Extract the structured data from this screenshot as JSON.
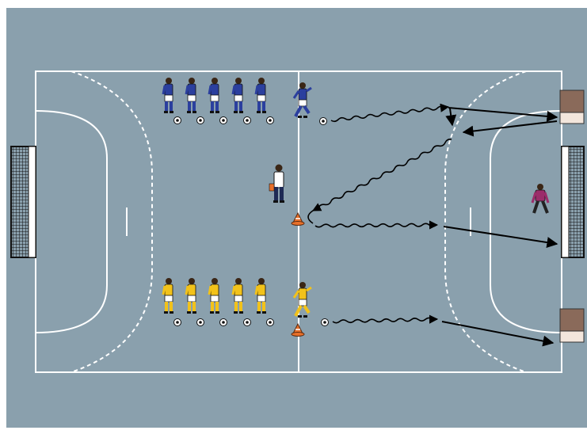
{
  "colors": {
    "background": "#ffffff",
    "court": "#8aa0ad",
    "lines": "#ffffff",
    "arrow": "#000000",
    "team_blue_shirt": "#2b3f9e",
    "team_yellow_shirt": "#f2c21a",
    "shorts": "#ffffff",
    "goalkeeper": "#9b2c6a",
    "coach_shirt": "#ffffff",
    "coach_pants": "#1e2a55",
    "cone": "#e8702a",
    "box_top": "#8a6a5a",
    "box_bottom": "#f3e6dc"
  },
  "diagram": {
    "court": "handball",
    "players": {
      "blue_queue": 5,
      "blue_dribbler": 1,
      "yellow_queue": 5,
      "yellow_dribbler": 1,
      "goalkeeper": 1,
      "coach": 1
    },
    "objects": [
      "ball",
      "cone",
      "goal",
      "box"
    ]
  }
}
